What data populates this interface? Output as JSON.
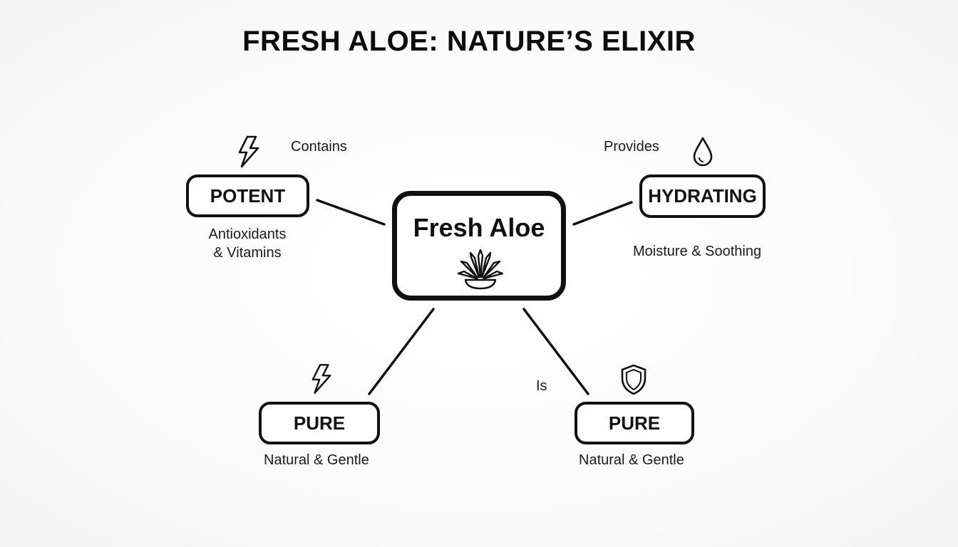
{
  "title": "FRESH ALOE: NATURE’S ELIXIR",
  "center": {
    "label": "Fresh Aloe",
    "icon": "aloe-plant-icon"
  },
  "nodes": [
    {
      "label": "POTENT",
      "relation": "Contains",
      "description_line1": "Antioxidants",
      "description_line2": "& Vitamins",
      "icon": "lightning-icon"
    },
    {
      "label": "HYDRATING",
      "relation": "Provides",
      "description": "Moisture & Soothing",
      "icon": "water-drop-icon"
    },
    {
      "label": "PURE",
      "description": "Natural & Gentle",
      "icon": "lightning-icon"
    },
    {
      "label": "PURE",
      "relation": "Is",
      "description": "Natural & Gentle",
      "icon": "shield-icon"
    }
  ],
  "colors": {
    "stroke": "#111111",
    "background": "#fafafa"
  }
}
